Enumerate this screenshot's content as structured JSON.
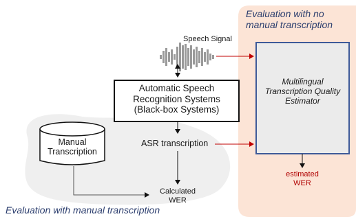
{
  "regions": {
    "no_manual": {
      "title": "Evaluation with no manual transcription",
      "fill": "#fce4d6"
    },
    "manual": {
      "title": "Evaluation with manual transcription",
      "fill": "#efefef"
    }
  },
  "nodes": {
    "speech_signal": "Speech Signal",
    "asr_system": {
      "line1": "Automatic Speech",
      "line2": "Recognition Systems",
      "line3": "(Black-box Systems)"
    },
    "asr_transcription": "ASR transcription",
    "manual_transcription": {
      "line1": "Manual",
      "line2": "Transcription"
    },
    "calculated_wer": {
      "line1": "Calculated",
      "line2": "WER"
    },
    "estimator": {
      "line1": "Multilingual",
      "line2": "Transcription Quality",
      "line3": "Estimator"
    },
    "estimated_wer": {
      "line1": "estimated",
      "line2": "WER"
    }
  },
  "colors": {
    "accent_arrow": "#c00000",
    "estimator_border": "#3d5a99",
    "region_title": "#2c3e6e"
  }
}
